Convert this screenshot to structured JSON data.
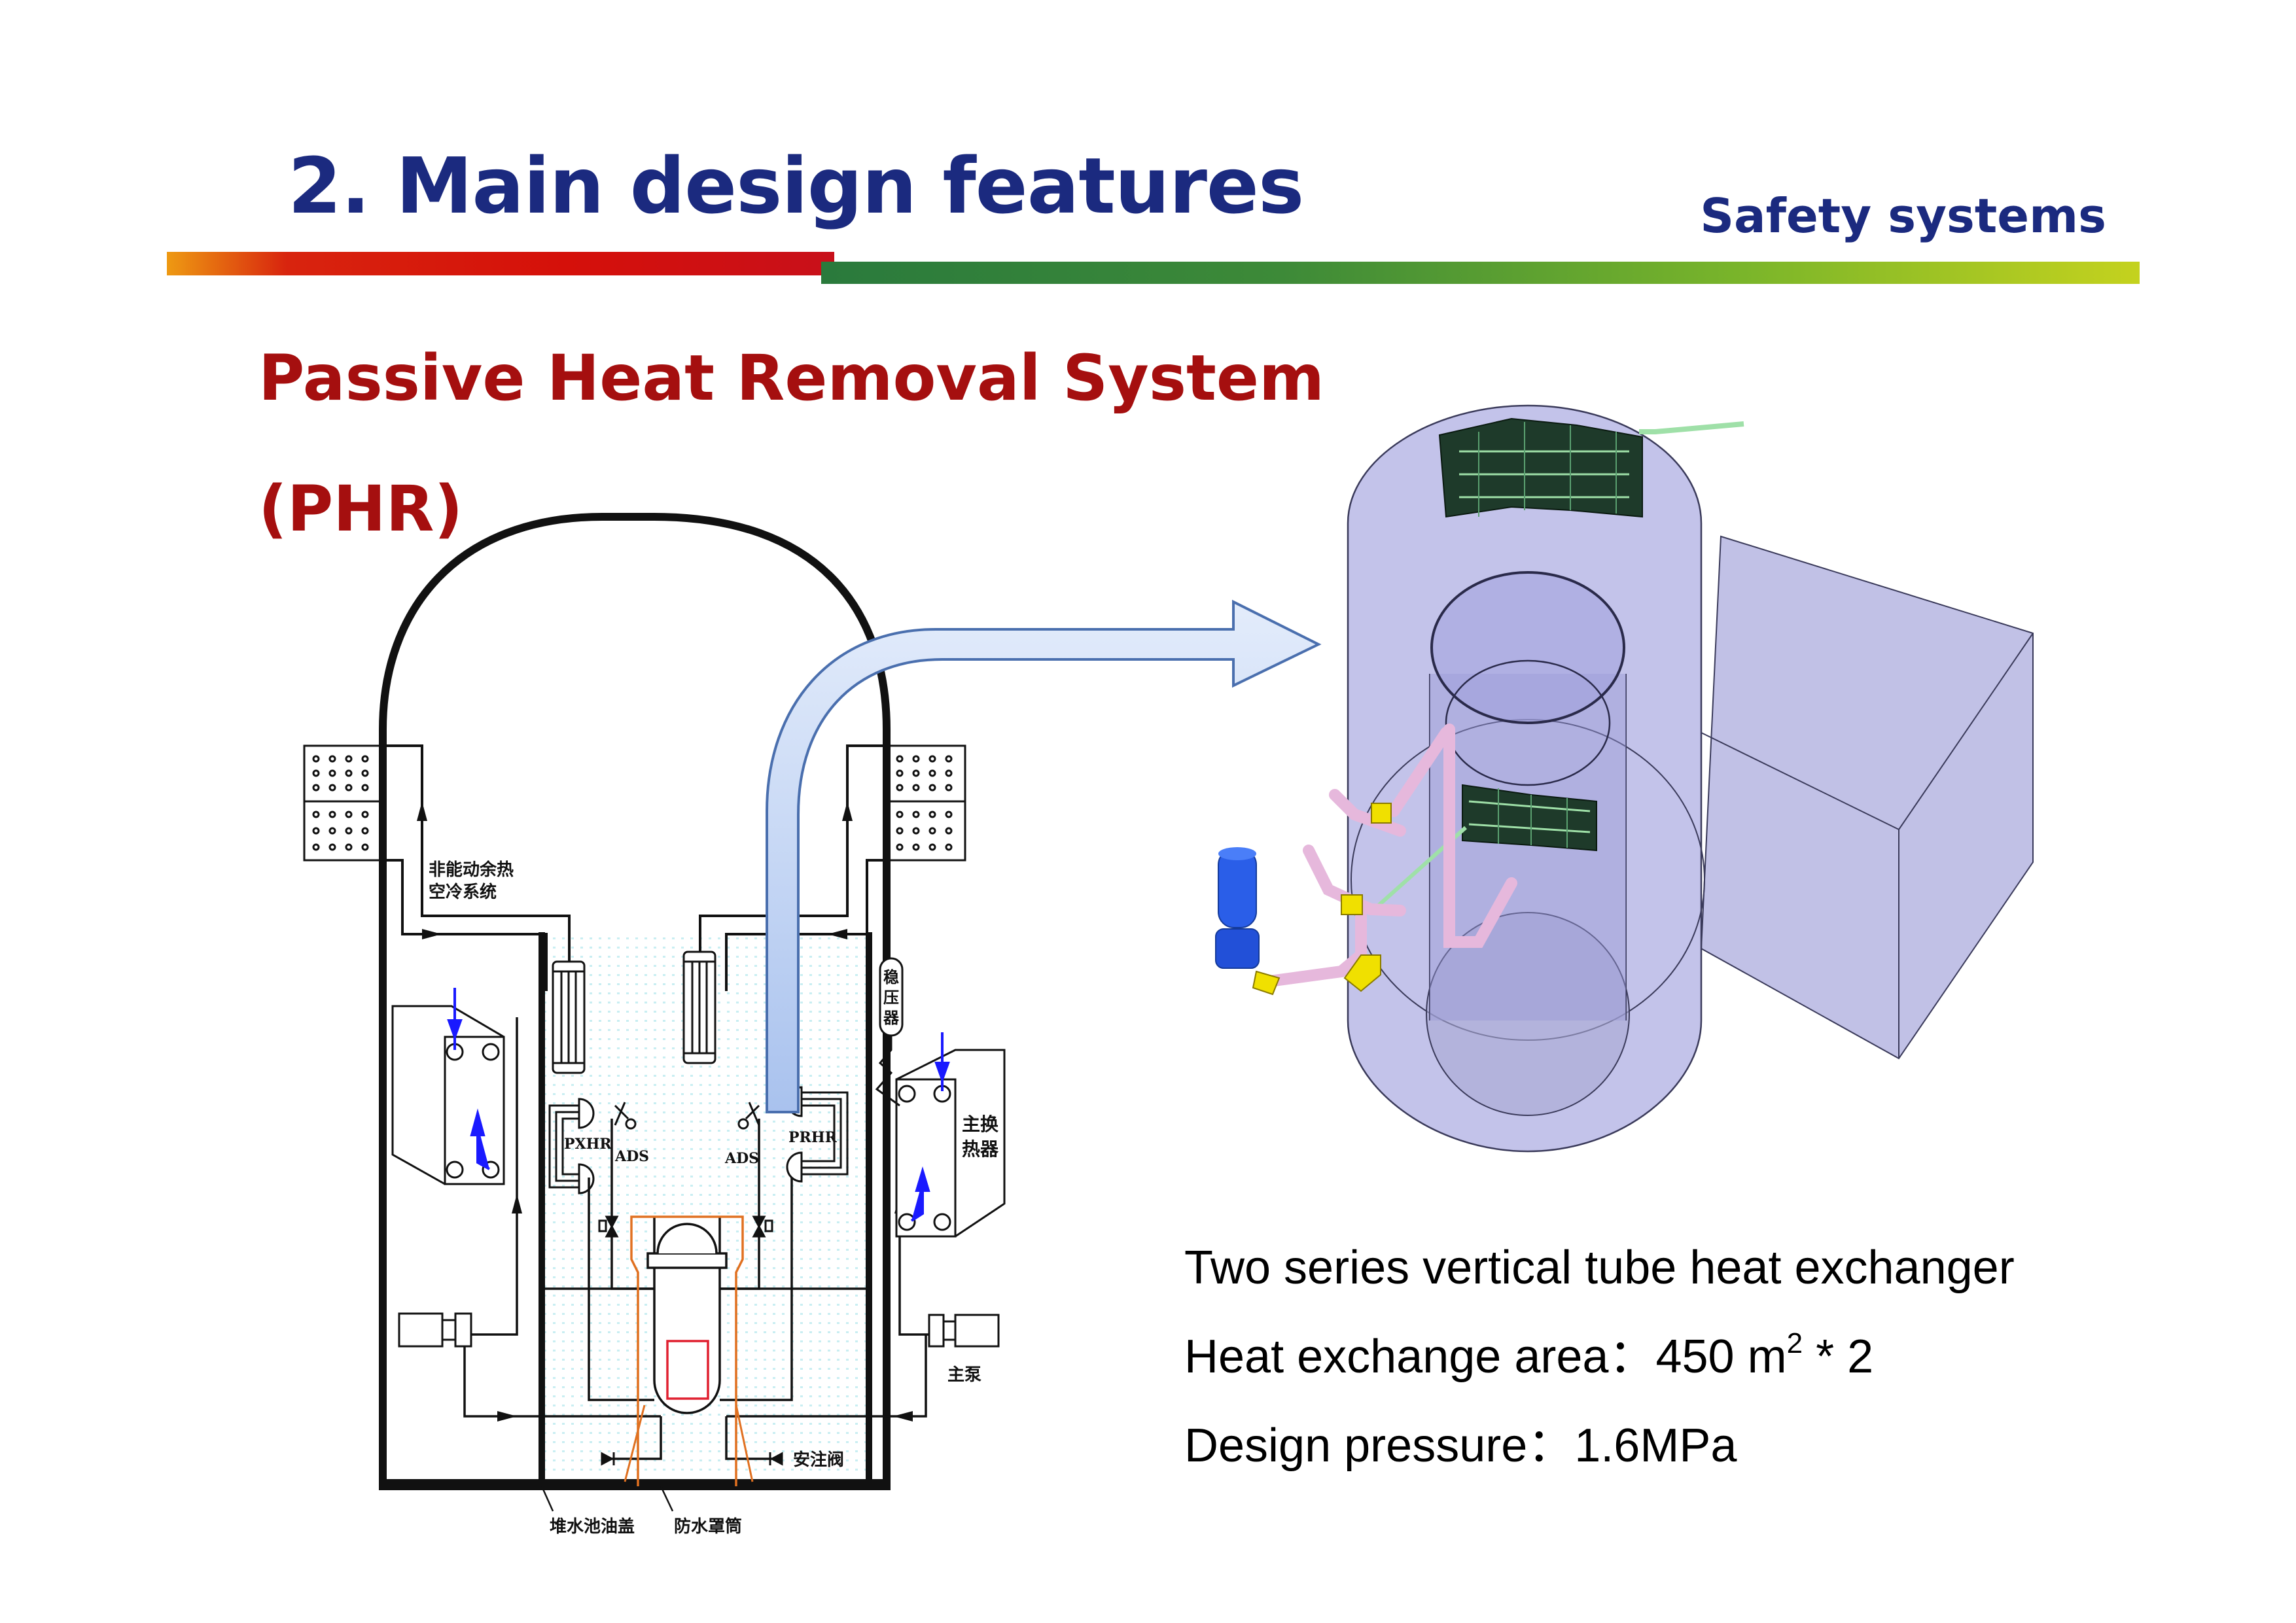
{
  "header": {
    "title": "2. Main design features",
    "section": "Safety systems"
  },
  "subtitle": {
    "line1": "Passive Heat Removal System",
    "line2": "(PHR)"
  },
  "schematic": {
    "labels": {
      "air_cooling_line1": "非能动余热",
      "air_cooling_line2": "空冷系统",
      "pxhr": "PXHR",
      "prhr": "PRHR",
      "ads_left": "ADS",
      "ads_right": "ADS",
      "pressurizer": [
        "稳",
        "压",
        "器"
      ],
      "main_hx_line1": "主换",
      "main_hx_line2": "热器",
      "main_pump": "主泵",
      "injection_valve": "安注阀",
      "bottom_left": "堆水池油盖",
      "bottom_right": "防水罩筒"
    },
    "colors": {
      "line": "#111111",
      "flow_arrow": "#1a1aff",
      "vessel_outline": "#e07020",
      "core": "#e02030",
      "water_dots": "#c9eef2",
      "callout_fill": "#c6d6f2",
      "callout_stroke": "#4a6fae"
    }
  },
  "render_3d": {
    "colors": {
      "tank": "#b8b8e4",
      "tank_edge": "#3a3a5a",
      "pipe": "#e6b8dc",
      "fitting": "#f0e000",
      "pump": "#2a5ee8",
      "bundle": "#1e3a2a",
      "tube": "#9fe0a8"
    }
  },
  "specs": {
    "line1": "Two series vertical tube heat exchanger",
    "line2_prefix": "Heat exchange area：450 m",
    "line2_sup": "2",
    "line2_suffix": " * 2",
    "line3": "Design pressure：1.6MPa"
  }
}
